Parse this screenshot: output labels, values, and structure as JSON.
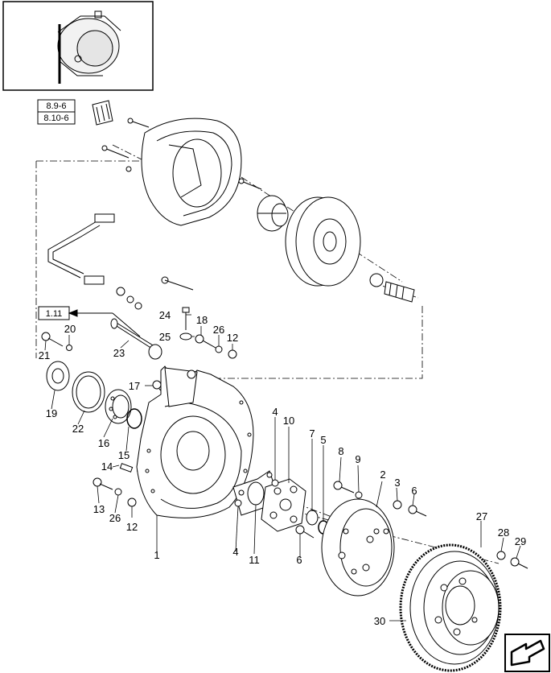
{
  "references": [
    {
      "id": "ref-8-9-6",
      "text": "8.9-6"
    },
    {
      "id": "ref-8-10-6",
      "text": "8.10-6"
    },
    {
      "id": "ref-1-11",
      "text": "1.11"
    }
  ],
  "callouts": [
    {
      "id": "1",
      "text": "1"
    },
    {
      "id": "2",
      "text": "2"
    },
    {
      "id": "3",
      "text": "3"
    },
    {
      "id": "4a",
      "text": "4"
    },
    {
      "id": "4b",
      "text": "4"
    },
    {
      "id": "5",
      "text": "5"
    },
    {
      "id": "6a",
      "text": "6"
    },
    {
      "id": "6b",
      "text": "6"
    },
    {
      "id": "7",
      "text": "7"
    },
    {
      "id": "8",
      "text": "8"
    },
    {
      "id": "9",
      "text": "9"
    },
    {
      "id": "10",
      "text": "10"
    },
    {
      "id": "11",
      "text": "11"
    },
    {
      "id": "12a",
      "text": "12"
    },
    {
      "id": "12b",
      "text": "12"
    },
    {
      "id": "13",
      "text": "13"
    },
    {
      "id": "14",
      "text": "14"
    },
    {
      "id": "15",
      "text": "15"
    },
    {
      "id": "16",
      "text": "16"
    },
    {
      "id": "17",
      "text": "17"
    },
    {
      "id": "18",
      "text": "18"
    },
    {
      "id": "19",
      "text": "19"
    },
    {
      "id": "20",
      "text": "20"
    },
    {
      "id": "21",
      "text": "21"
    },
    {
      "id": "22",
      "text": "22"
    },
    {
      "id": "23",
      "text": "23"
    },
    {
      "id": "24",
      "text": "24"
    },
    {
      "id": "25",
      "text": "25"
    },
    {
      "id": "26a",
      "text": "26"
    },
    {
      "id": "26b",
      "text": "26"
    },
    {
      "id": "27",
      "text": "27"
    },
    {
      "id": "28",
      "text": "28"
    },
    {
      "id": "29",
      "text": "29"
    },
    {
      "id": "30",
      "text": "30"
    }
  ],
  "icons": {
    "thumbnail": "engine-assembly-thumbnail",
    "nav": "next-page-arrow-icon"
  }
}
